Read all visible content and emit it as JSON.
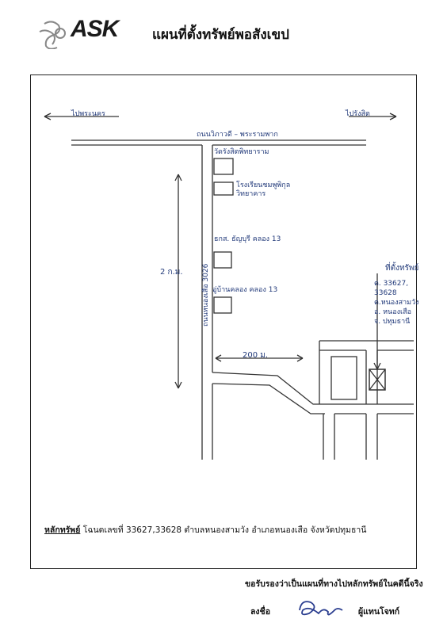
{
  "header": {
    "logo_text": "ASK",
    "title": "แผนที่ตั้งทรัพย์พอสังเขป"
  },
  "map": {
    "arrow_left": "ไปพระนคร",
    "arrow_right": "ไปรังสิต",
    "main_road": "ถนนวิภาวดี – พระรามพาก",
    "vertical_road": "ถนนหนองเสือ 3026",
    "landmark_temple": "วัดรังสิตพิทยาราม",
    "landmark_school_1": "โรงเรียนชมพูพิกุล",
    "landmark_school_2": "วิทยาคาร",
    "landmark_bank": "ธกส. ธัญบุรี คลอง 13",
    "landmark_village": "อู่บ้านคลอง คลอง 13",
    "distance_vertical": "2 ก.ม.",
    "distance_horizontal": "200 ม.",
    "property_title": "ที่ตั้งทรัพย์",
    "property_lines": [
      "ต. 33627,",
      "33628",
      "ต.หนองสามวัง",
      "อ. หนองเสือ",
      "จ. ปทุมธานี"
    ]
  },
  "address": {
    "label": "หลักทรัพย์",
    "text": "โฉนดเลขที่ 33627,33628 ตำบลหนองสามวัง อำเภอหนองเสือ จังหวัดปทุมธานี"
  },
  "footer": {
    "certify": "ขอรับรองว่าเป็นแผนที่ทางไปหลักทรัพย์ในคดีนี้จริง",
    "sign_label": "ลงชื่อ",
    "sign_role": "ผู้แทนโจทก์"
  },
  "colors": {
    "ink": "#1a1a1a",
    "handwriting": "#223a7a",
    "signature": "#2a3d8f"
  }
}
